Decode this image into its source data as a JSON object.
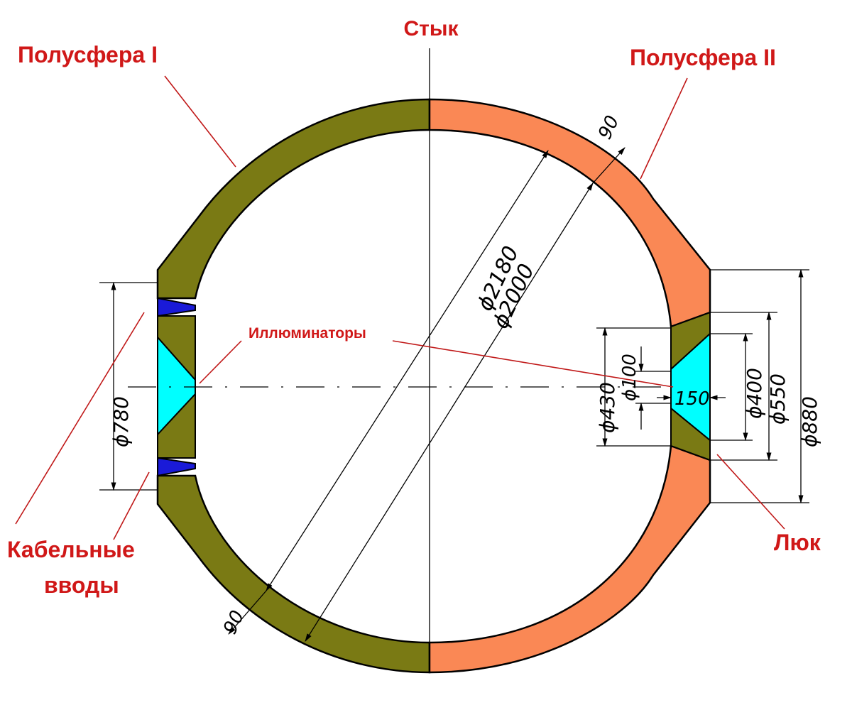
{
  "labels": {
    "joint": "Стык",
    "hemisphere1": "Полусфера I",
    "hemisphere2": "Полусфера II",
    "portholes": "Иллюминаторы",
    "cable_inputs_line1": "Кабельные",
    "cable_inputs_line2": "вводы",
    "hatch": "Люк"
  },
  "dimensions": {
    "outer_diameter": "ϕ2180",
    "inner_diameter": "ϕ2000",
    "wall_top": "90",
    "wall_bottom": "90",
    "left_window": "ϕ780",
    "hatch_outer": "ϕ880",
    "hatch_550": "ϕ550",
    "hatch_400": "ϕ400",
    "hatch_430": "ϕ430",
    "hatch_100": "ϕ100",
    "hatch_thickness": "150"
  },
  "colors": {
    "hemisphere1": "#7a7a14",
    "hemisphere2": "#fa8855",
    "window": "#00ffff",
    "cable_input": "#1a1ad8",
    "label_red": "#d01818"
  }
}
